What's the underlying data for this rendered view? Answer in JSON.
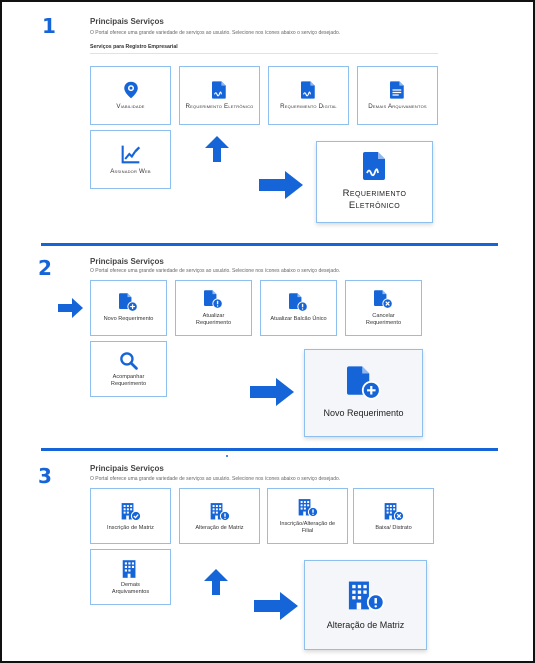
{
  "colors": {
    "accent": "#1565d8",
    "tile_border": "#8ec0ef"
  },
  "steps": [
    {
      "number": "1",
      "title": "Principais Serviços",
      "subtitle": "O Portal oferece uma grande variedade de serviços ao usuário. Selecione nos ícones abaixo o serviço desejado.",
      "category": "Serviços para Registro Empresarial",
      "tiles": [
        {
          "label": "Viabilidade",
          "icon": "map-pin-icon"
        },
        {
          "label": "Requerimento Eletrônico",
          "icon": "signed-document-icon"
        },
        {
          "label": "Requerimento Digital",
          "icon": "signed-document-icon"
        },
        {
          "label": "Demais Arquivamentos",
          "icon": "document-lines-icon"
        },
        {
          "label": "Assinador Web",
          "icon": "chart-pen-icon"
        }
      ],
      "highlight": {
        "label": "Requerimento Eletrônico",
        "icon": "signed-document-icon"
      }
    },
    {
      "number": "2",
      "title": "Principais Serviços",
      "subtitle": "O Portal oferece uma grande variedade de serviços ao usuário. Selecione nos ícones abaixo o serviço desejado.",
      "tiles": [
        {
          "label": "Novo Requerimento",
          "icon": "document-plus-icon"
        },
        {
          "label": "Atualizar Requerimento",
          "icon": "document-alert-icon"
        },
        {
          "label": "Atualizar Balcão Único",
          "icon": "document-alert-icon"
        },
        {
          "label": "Cancelar Requerimento",
          "icon": "document-x-icon"
        },
        {
          "label": "Acompanhar Requerimento",
          "icon": "magnifier-icon"
        }
      ],
      "highlight": {
        "label": "Novo Requerimento",
        "icon": "document-plus-icon"
      }
    },
    {
      "number": "3",
      "title": "Principais Serviços",
      "subtitle": "O Portal oferece uma grande variedade de serviços ao usuário. Selecione nos ícones abaixo o serviço desejado.",
      "tiles": [
        {
          "label": "Inscrição de Matriz",
          "icon": "building-check-icon"
        },
        {
          "label": "Alteração de Matriz",
          "icon": "building-alert-icon"
        },
        {
          "label": "Inscrição/Alteração de Filial",
          "icon": "building-alert-icon"
        },
        {
          "label": "Baixa/ Distrato",
          "icon": "building-x-icon"
        },
        {
          "label": "Demais Arquivamentos",
          "icon": "building-icon"
        }
      ],
      "highlight": {
        "label": "Alteração de Matriz",
        "icon": "building-alert-icon"
      }
    }
  ]
}
